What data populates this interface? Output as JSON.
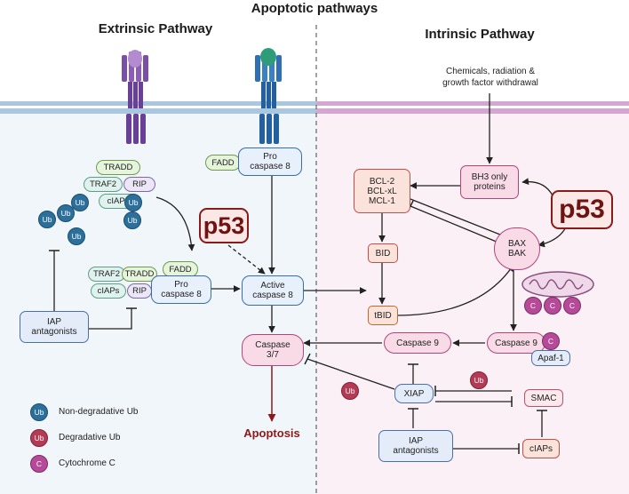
{
  "title": "Apoptotic pathways",
  "extrinsic": {
    "title": "Extrinsic Pathway",
    "nodes": {
      "tradd": "TRADD",
      "traf2": "TRAF2",
      "rip": "RIP",
      "ciaps": "cIAPs",
      "fadd": "FADD",
      "pro_caspase_8_line1": "Pro",
      "pro_caspase_8_line2": "caspase 8",
      "active_caspase_8_line1": "Active",
      "active_caspase_8_line2": "caspase 8",
      "caspase_37_line1": "Caspase",
      "caspase_37_line2": "3/7",
      "iap_antagonists_line1": "IAP",
      "iap_antagonists_line2": "antagonists",
      "p53": "p53",
      "ub": "Ub",
      "apoptosis": "Apoptosis"
    }
  },
  "intrinsic": {
    "title": "Intrinsic Pathway",
    "nodes": {
      "stimulus_line1": "Chemicals, radiation &",
      "stimulus_line2": "growth factor withdrawal",
      "bcl2": "BCL-2",
      "bclxl": "BCL-xL",
      "mcl1": "MCL-1",
      "bh3_line1": "BH3 only",
      "bh3_line2": "proteins",
      "p53": "p53",
      "bax": "BAX",
      "bak": "BAK",
      "bid": "BID",
      "tbid": "tBID",
      "caspase9": "Caspase 9",
      "apaf1": "Apaf-1",
      "cyt_c": "C",
      "xiap": "XIAP",
      "smac": "SMAC",
      "ub": "Ub",
      "iap_antagonists_line1": "IAP",
      "iap_antagonists_line2": "antagonists",
      "ciaps": "cIAPs"
    }
  },
  "legend": [
    {
      "symbol": "Ub",
      "label": "Non-degradative Ub",
      "color": "#2b6f9a"
    },
    {
      "symbol": "Ub",
      "label": "Degradative Ub",
      "color": "#b43a55"
    },
    {
      "symbol": "C",
      "label": "Cytochrome C",
      "color": "#b64a99"
    }
  ],
  "colors": {
    "extrinsic_bg": "#f1f6fb",
    "intrinsic_bg": "#fbf0f5",
    "membrane_left": "#a9c7df",
    "membrane_right": "#d3a7cf",
    "apoptosis": "#8c1a1a"
  }
}
